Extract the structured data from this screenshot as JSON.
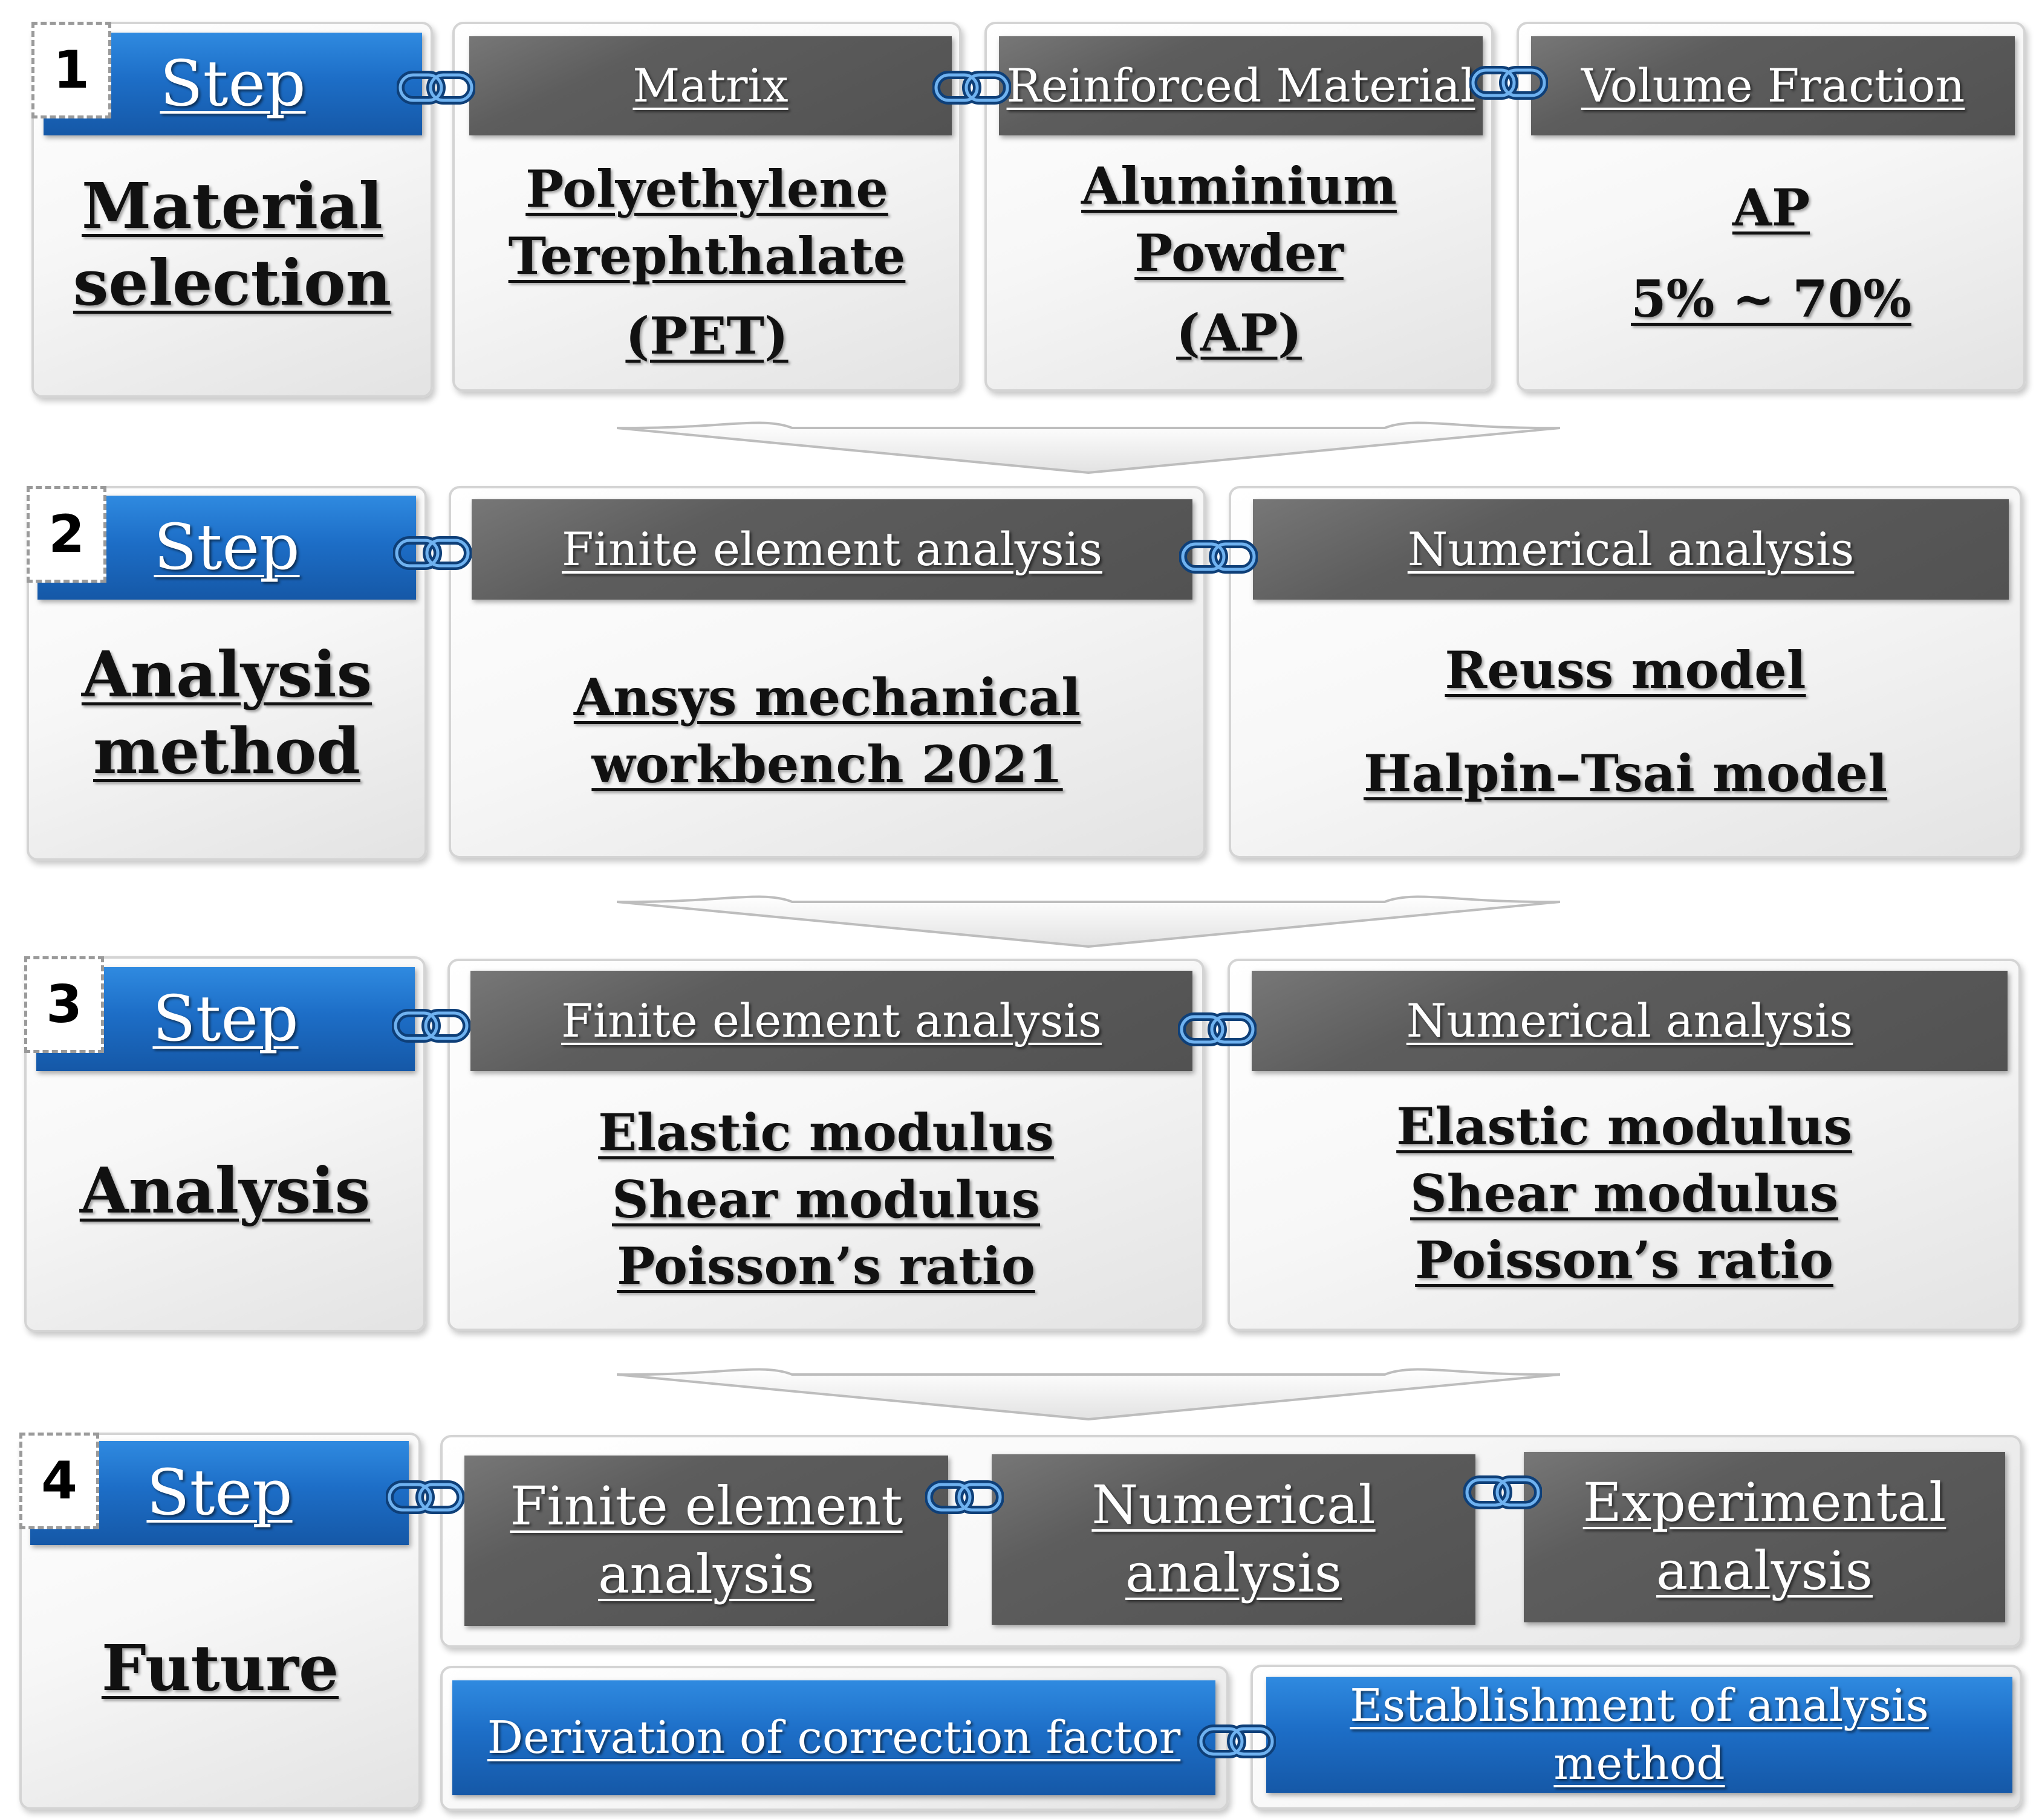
{
  "steps": [
    {
      "number": "1",
      "step_label": "Step",
      "title": [
        "Material",
        "selection"
      ],
      "headers": [
        "Matrix",
        "Reinforced Material",
        "Volume Fraction"
      ],
      "contents": [
        [
          "Polyethylene",
          "Terephthalate",
          "(PET)"
        ],
        [
          "Aluminium",
          "Powder",
          "(AP)"
        ],
        [
          "AP",
          "5% ~ 70%"
        ]
      ]
    },
    {
      "number": "2",
      "step_label": "Step",
      "title": [
        "Analysis",
        "method"
      ],
      "headers": [
        "Finite element analysis",
        "Numerical analysis"
      ],
      "contents": [
        [
          "Ansys mechanical",
          "workbench 2021"
        ],
        [
          "Reuss model",
          "Halpin–Tsai model"
        ]
      ]
    },
    {
      "number": "3",
      "step_label": "Step",
      "title": [
        "Analysis"
      ],
      "headers": [
        "Finite element analysis",
        "Numerical analysis"
      ],
      "contents": [
        [
          "Elastic modulus",
          "Shear modulus",
          "Poisson’s ratio"
        ],
        [
          "Elastic modulus",
          "Shear modulus",
          "Poisson’s ratio"
        ]
      ]
    },
    {
      "number": "4",
      "step_label": "Step",
      "title": [
        "Future"
      ],
      "headers": [
        [
          "Finite element",
          "analysis"
        ],
        [
          "Numerical",
          "analysis"
        ],
        [
          "Experimental",
          "analysis"
        ]
      ],
      "outcomes": [
        "Derivation of correction factor",
        "Establishment of analysis method"
      ]
    }
  ],
  "colors": {
    "step_blue": "#1d6ec7",
    "header_gray": "#5a5a5a",
    "link_blue": "#1f5fa8",
    "panel_border": "#d4d4d4"
  },
  "icons": {
    "connector": "chain-link-icon",
    "flow": "down-arrow-icon"
  }
}
